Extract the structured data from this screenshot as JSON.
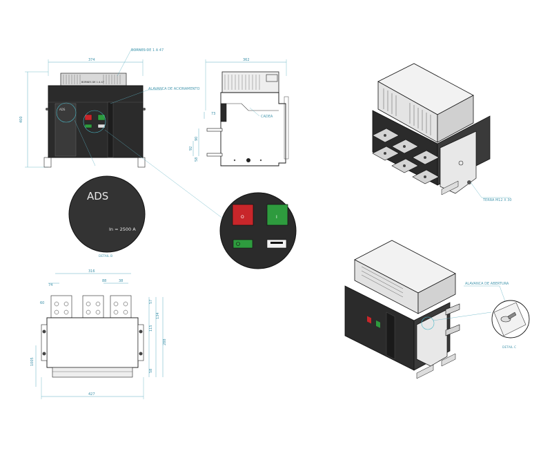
{
  "callouts": {
    "bornes": "BORNES DE 1 A 47",
    "alavanca_acionamento": "ALAVANCA DE ACIONAMENTO",
    "cadeado": "CADEA",
    "terra": "TERRA M12 X 30",
    "alavanca_abertura": "ALAVANCA DE ABERTURA"
  },
  "details": {
    "detail_b": "DETAIL B",
    "detail_c": "DETAIL C",
    "brand": "ADS",
    "rating": "In = 2500 A",
    "strip_text": "BORNES DE 1 A 47"
  },
  "front_view": {
    "width_dim": "374",
    "height_dim": "400"
  },
  "side_view": {
    "depth_dim": "362",
    "dims": [
      "73",
      "90",
      "92",
      "58"
    ]
  },
  "bottom_view": {
    "dims_top": [
      "316",
      "74",
      "88",
      "38",
      "60"
    ],
    "dims_left": [
      "1005"
    ],
    "dims_right": [
      "57",
      "115",
      "134",
      "288",
      "58"
    ],
    "width_dim": "427"
  },
  "colors": {
    "dim_line": "#5aaec0",
    "body_dark": "#2b2b2b",
    "on_green": "#2e9b3e",
    "off_red": "#c8262a"
  }
}
